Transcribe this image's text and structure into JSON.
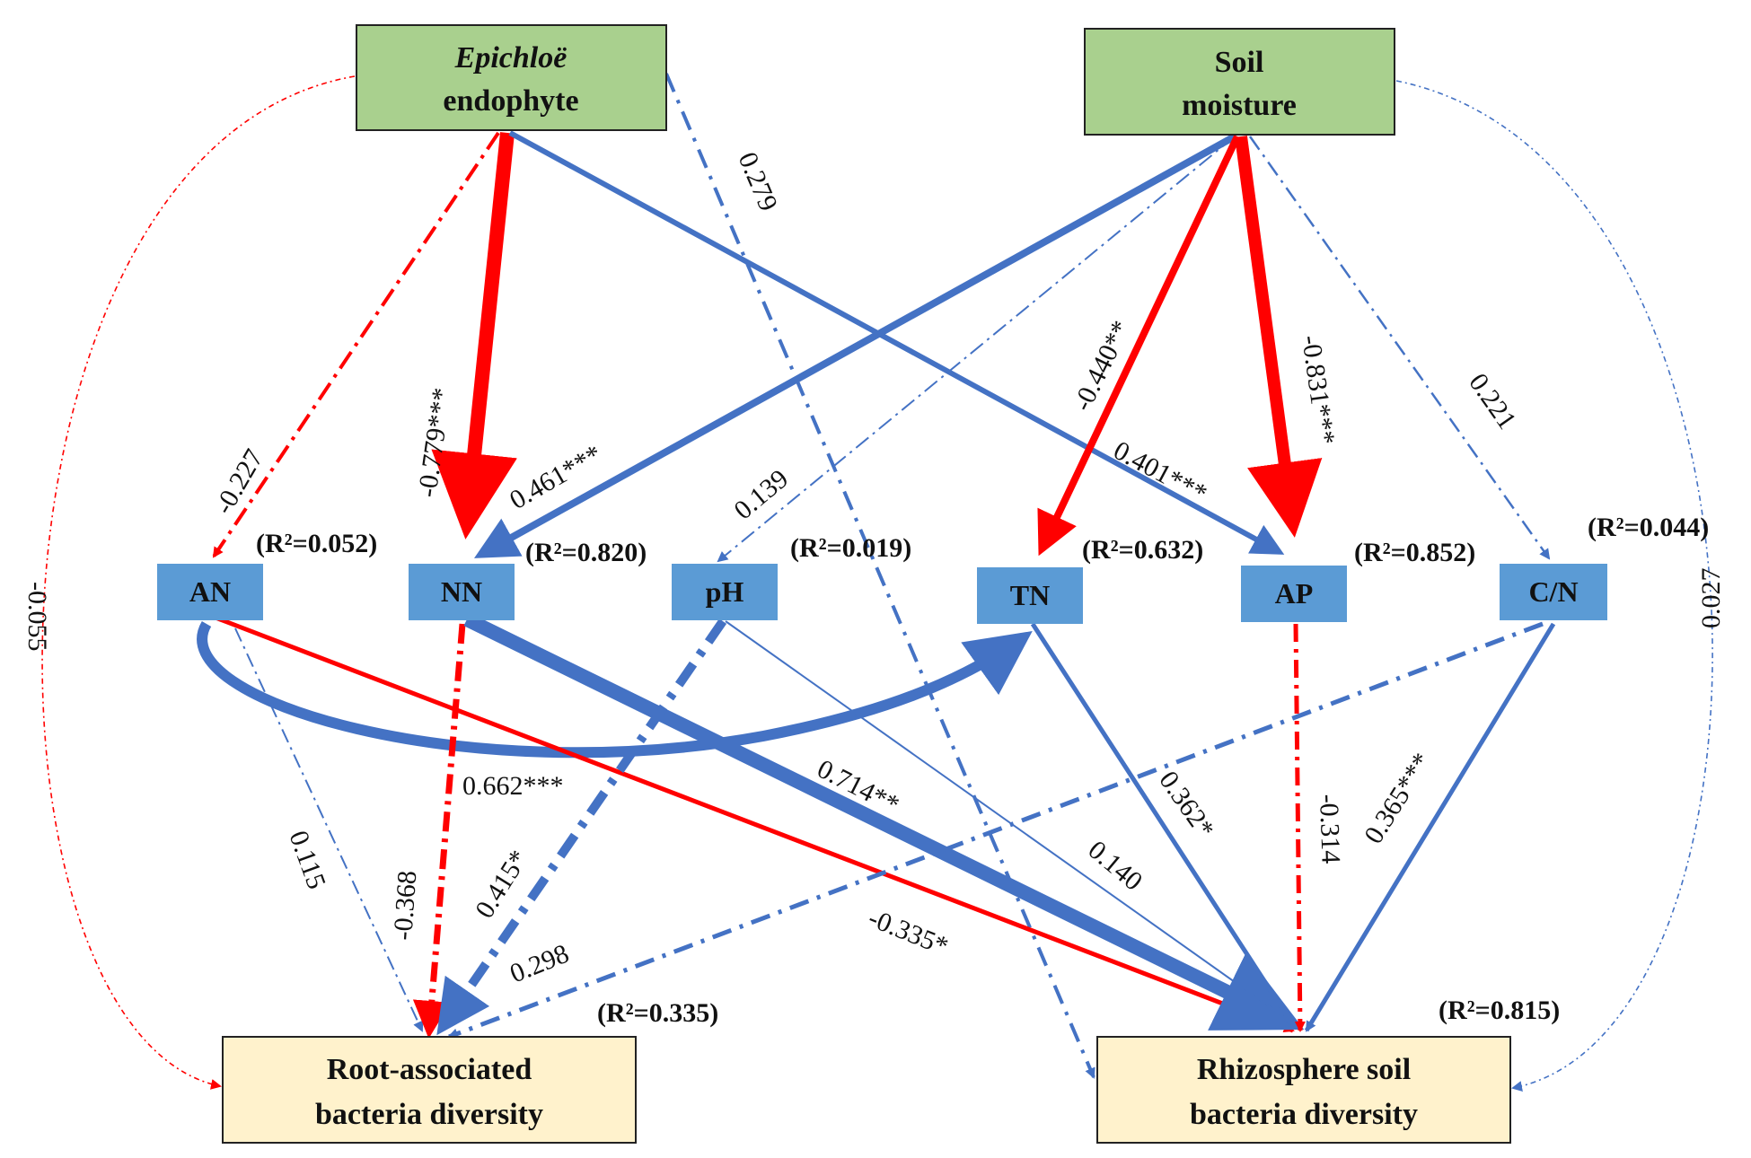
{
  "colors": {
    "positive": "#4472C4",
    "negative": "#FF0000",
    "predictor_fill": "#A9D08E",
    "variable_fill": "#5B9BD5",
    "outcome_fill": "#FFF2CC",
    "border": "#222222"
  },
  "predictors": {
    "epichloe": {
      "line1": "Epichloë",
      "line2": "endophyte"
    },
    "moisture": {
      "line1": "Soil",
      "line2": "moisture"
    }
  },
  "variables": {
    "an": {
      "label": "AN",
      "r2": "(R²=0.052)"
    },
    "nn": {
      "label": "NN",
      "r2": "(R²=0.820)"
    },
    "ph": {
      "label": "pH",
      "r2": "(R²=0.019)"
    },
    "tn": {
      "label": "TN",
      "r2": "(R²=0.632)"
    },
    "ap": {
      "label": "AP",
      "r2": "(R²=0.852)"
    },
    "cn": {
      "label": "C/N",
      "r2": "(R²=0.044)"
    }
  },
  "outcomes": {
    "root": {
      "line1": "Root-associated",
      "line2": "bacteria diversity",
      "r2": "(R²=0.335)"
    },
    "rhizo": {
      "line1": "Rhizosphere soil",
      "line2": "bacteria diversity",
      "r2": "(R²=0.815)"
    }
  },
  "coefficients": {
    "epi_root": "-0.055",
    "epi_an": "-0.227",
    "epi_nn": "-0.779***",
    "epi_rhizo": "0.279",
    "epi_ap": "0.401***",
    "moist_nn": "0.461***",
    "moist_ph": "0.139",
    "moist_tn": "-0.440**",
    "moist_ap": "-0.831***",
    "moist_cn": "0.221",
    "moist_rhizo": "0.027",
    "an_tn": "0.662***",
    "an_root": "0.115",
    "an_rhizo": "-0.335*",
    "nn_root": "-0.368",
    "nn_rhizo": "0.714**",
    "ph_root": "0.415*",
    "ph_rhizo": "0.140",
    "tn_rhizo": "0.362*",
    "ap_rhizo": "-0.314",
    "cn_root": "0.298",
    "cn_rhizo": "0.365***"
  }
}
